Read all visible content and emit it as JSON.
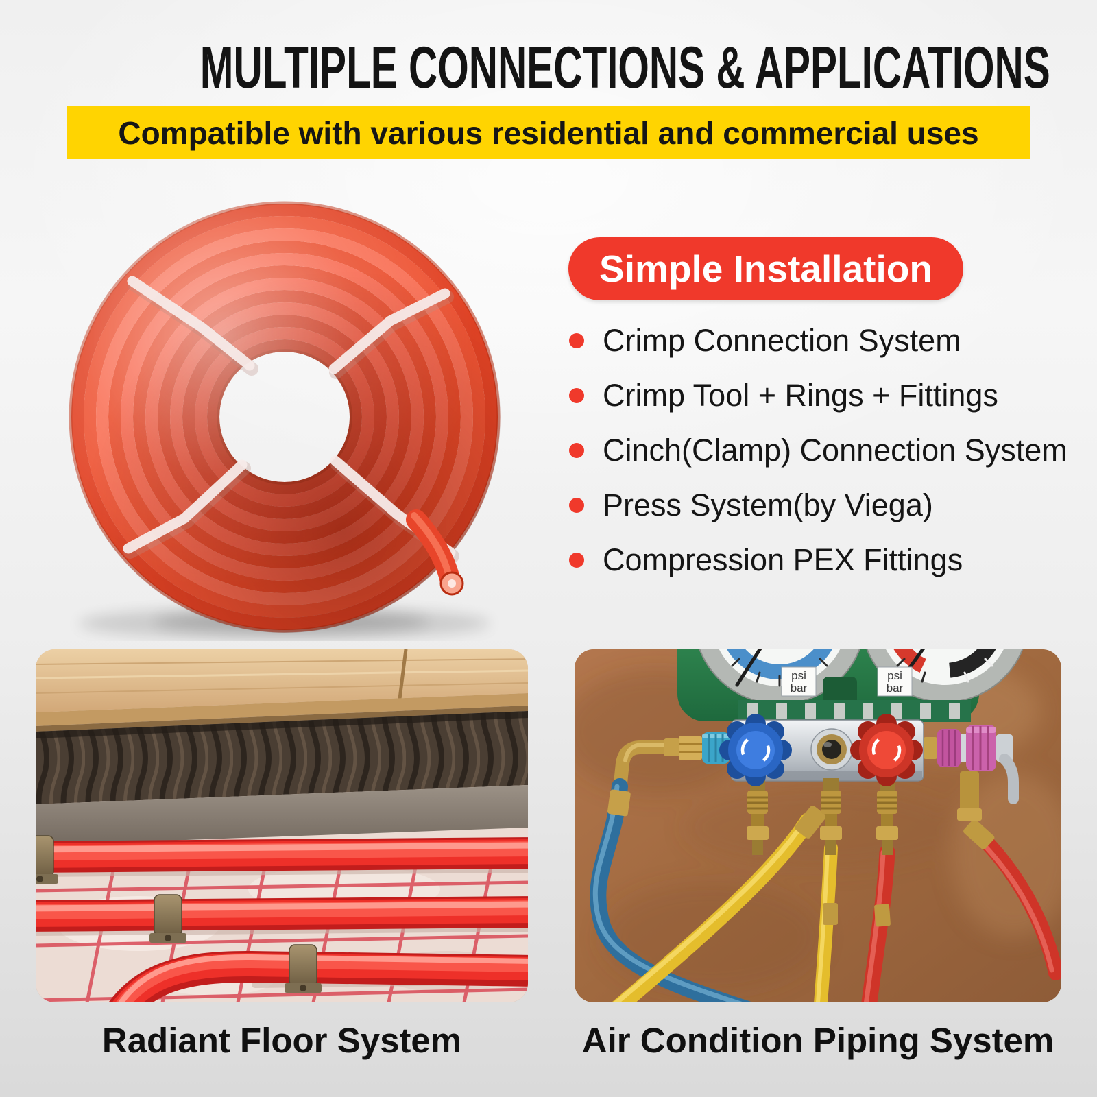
{
  "colors": {
    "accent_red": "#F0392B",
    "banner_yellow": "#FFD401",
    "text_black": "#141414",
    "pex_tube_red": "#EE3029",
    "background_gray": "#EFEFEF"
  },
  "header": {
    "title": "MULTIPLE CONNECTIONS & APPLICATIONS",
    "banner_text": "Compatible with various residential and commercial uses"
  },
  "hero": {
    "image": "red-pex-tubing-coil-with-white-straps"
  },
  "installation": {
    "badge_label": "Simple Installation",
    "items": [
      "Crimp Connection System",
      "Crimp Tool + Rings + Fittings",
      "Cinch(Clamp) Connection System",
      "Press System(by Viega)",
      "Compression PEX Fittings"
    ]
  },
  "applications": {
    "left": {
      "image": "radiant-floor-heating-installation-photo",
      "caption": "Radiant Floor System"
    },
    "right": {
      "image": "ac-manifold-gauge-set-photo",
      "caption": "Air Condition Piping System",
      "gauge_labels": [
        "psi",
        "bar"
      ]
    }
  }
}
